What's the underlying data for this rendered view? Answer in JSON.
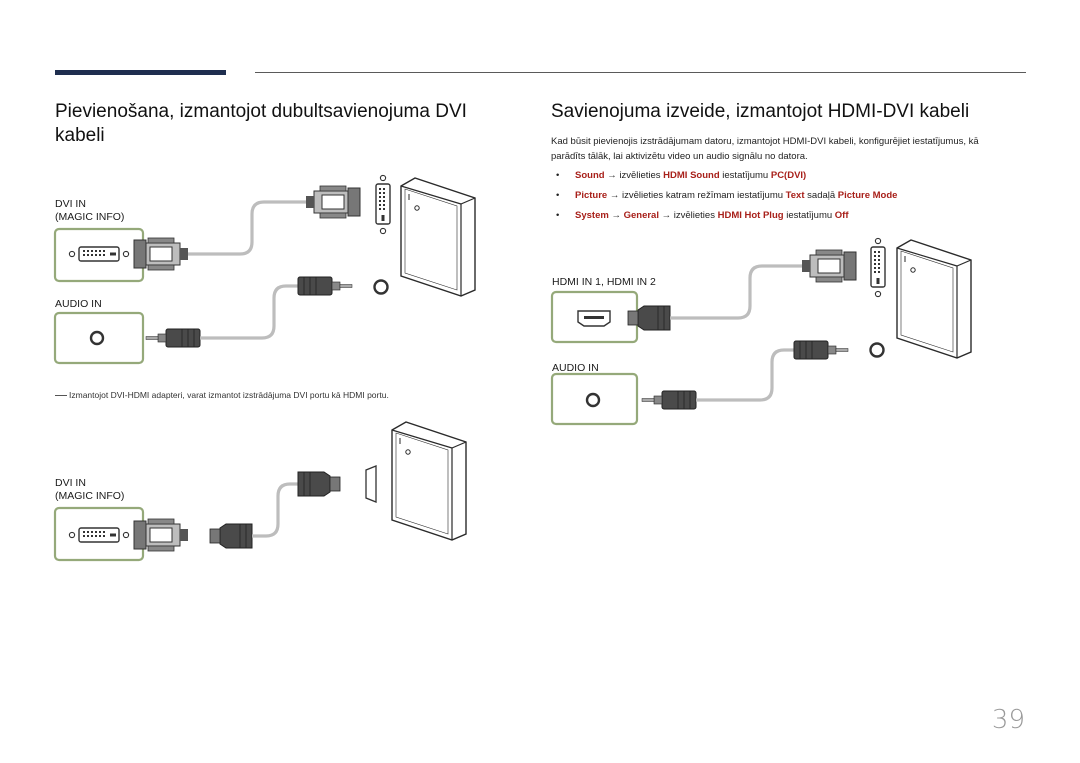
{
  "left": {
    "heading": "Pievienošana, izmantojot dubultsavienojuma DVI kabeli",
    "fig1": {
      "dvi_label_1": "DVI IN",
      "dvi_label_2": "(MAGIC INFO)",
      "audio_label": "AUDIO IN"
    },
    "note": "Izmantojot DVI-HDMI adapteri, varat izmantot izstrādājuma DVI portu kā HDMI portu.",
    "fig2": {
      "dvi_label_1": "DVI IN",
      "dvi_label_2": "(MAGIC INFO)"
    }
  },
  "right": {
    "heading": "Savienojuma izveide, izmantojot HDMI-DVI kabeli",
    "intro_line1": "Kad būsit pievienojis izstrādājumam datoru, izmantojot HDMI-DVI kabeli, konfigurējiet iestatījumus, kā",
    "intro_line2": "parādīts tālāk, lai aktivizētu video un audio signālu no datora.",
    "bullets": [
      {
        "bullet": "•",
        "a": "Sound",
        "arrow1": " → ",
        "t1": "izvēlieties ",
        "b": "HDMI Sound",
        "t2": " iestatījumu ",
        "c": "PC(DVI)"
      },
      {
        "bullet": "•",
        "a": "Picture",
        "arrow1": " → ",
        "t1": "izvēlieties katram režīmam iestatījumu ",
        "b": "Text",
        "t2": " sadaļā ",
        "c": "Picture Mode"
      },
      {
        "bullet": "•",
        "a": "System",
        "arrow1": " → ",
        "a2": "General",
        "arrow2": " → ",
        "t1": "izvēlieties ",
        "b": "HDMI Hot Plug",
        "t2": " iestatījumu ",
        "c": "Off"
      }
    ],
    "fig": {
      "hdmi_label": "HDMI IN 1, HDMI IN 2",
      "audio_label": "AUDIO IN"
    }
  },
  "page_number": "39",
  "colors": {
    "panel_border": "#95a97a",
    "accent_bar": "#1f2e4f",
    "keyword": "#a8201a",
    "cable": "#bdbdbd",
    "plug": "#4a4a4a"
  }
}
